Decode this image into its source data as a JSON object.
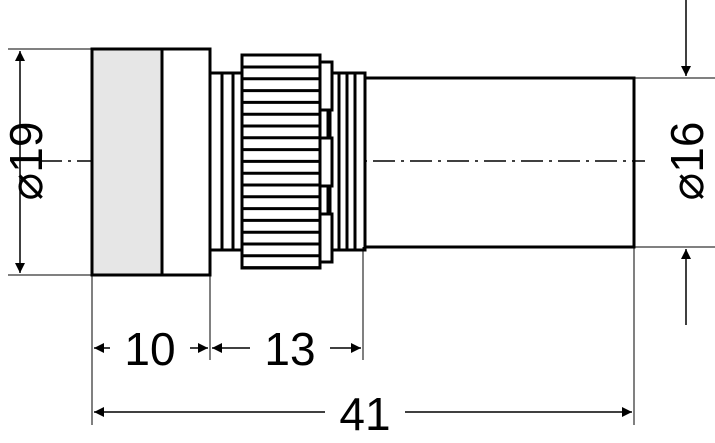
{
  "dimensions": {
    "left_diameter": "⌀19",
    "right_diameter": "⌀16",
    "cap_length": "10",
    "knurl_length": "13",
    "total_length": "41"
  },
  "colors": {
    "stroke": "#000000",
    "cap_fill": "#e6e6e6"
  }
}
